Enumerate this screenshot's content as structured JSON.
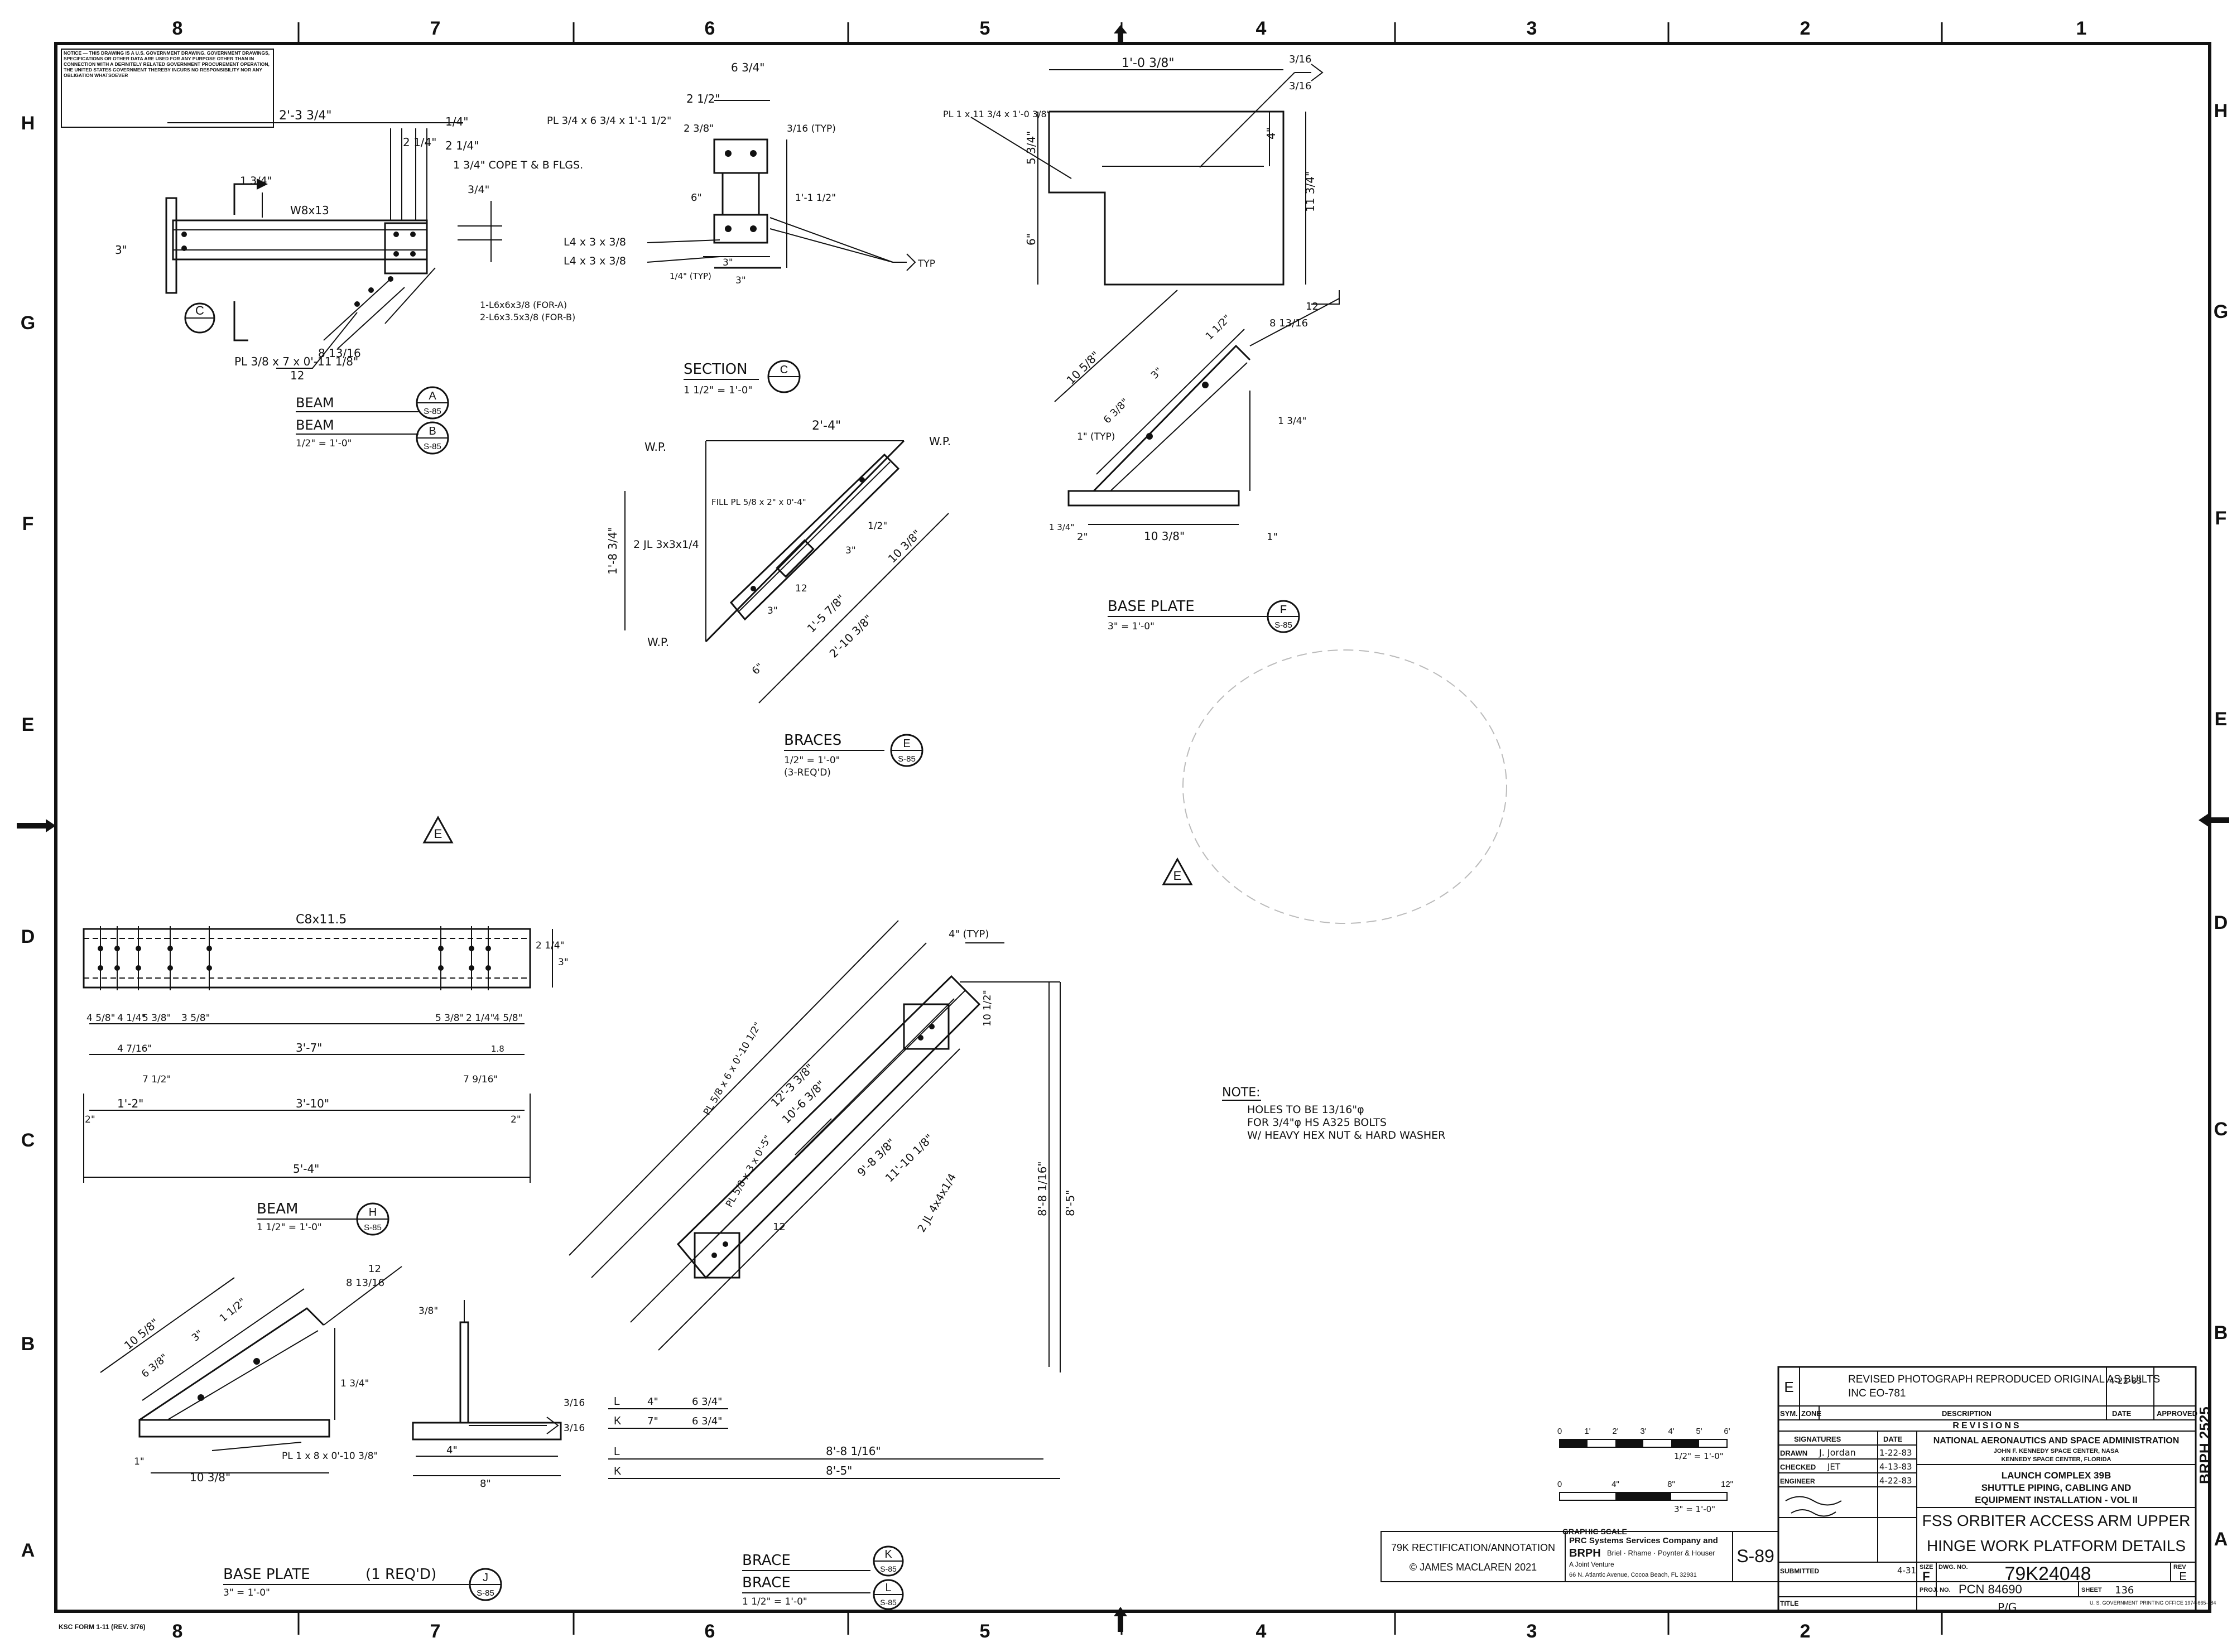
{
  "frame": {
    "zones_x": [
      "8",
      "7",
      "6",
      "5",
      "4",
      "3",
      "2",
      "1"
    ],
    "zones_y": [
      "H",
      "G",
      "F",
      "E",
      "D",
      "C",
      "B",
      "A"
    ]
  },
  "notice_text": "NOTICE — THIS DRAWING IS A U.S. GOVERNMENT DRAWING. GOVERNMENT DRAWINGS, SPECIFICATIONS OR OTHER DATA ARE USED FOR ANY PURPOSE OTHER THAN IN CONNECTION WITH A DEFINITELY RELATED GOVERNMENT PROCUREMENT OPERATION, THE UNITED STATES GOVERNMENT THEREBY INCURS NO RESPONSIBILITY NOR ANY OBLIGATION WHATSOEVER",
  "top_left_beam": {
    "dims": [
      "2'-3 3/4\"",
      "1/4\"",
      "2 1/4\"",
      "2 1/4\"",
      "1 3/4\" COPE T & B FLGS.",
      "1 3/4\"",
      "W8x13",
      "3\"",
      "3/4\""
    ],
    "plate_label": "PL 3/8 x 7 x 0'-11 1/8\"",
    "bolts_label": [
      "1-L6x6x3/8 (FOR-A)",
      "2-L6x3.5x3/8 (FOR-B)"
    ],
    "slope": [
      "12",
      "8 13/16"
    ],
    "section_C_bubble": "C",
    "titles": [
      {
        "name": "BEAM",
        "scale": "",
        "ref": "A",
        "sheet": "S-85"
      },
      {
        "name": "BEAM",
        "scale": "1/2\" = 1'-0\"",
        "ref": "B",
        "sheet": "S-85"
      }
    ]
  },
  "section_c": {
    "title": "SECTION",
    "scale": "1 1/2\" = 1'-0\"",
    "ref": "C",
    "dims": [
      "6 3/4\"",
      "2 1/2\"",
      "2 3/8\"",
      "3/16 (TYP)",
      "1'-1 1/2\"",
      "6\"",
      "3\"",
      "3\"",
      "1/4\" (TYP)",
      "TYP"
    ],
    "labels": [
      "PL 3/4 x 6 3/4 x 1'-1 1/2\"",
      "L4 x 3 x 3/8",
      "L4 x 3 x 3/8"
    ]
  },
  "braces": {
    "title": "BRACES",
    "scale": "1/2\" = 1'-0\"",
    "note": "(3-REQ'D)",
    "ref": "E",
    "sheet": "S-85",
    "dims": [
      "2'-4\"",
      "1'-8 3/4\"",
      "1'-5 7/8\"",
      "2'-10 3/8\"",
      "10 3/8\"",
      "6\"",
      "3\"",
      "3\"",
      "12",
      "1/2\""
    ],
    "labels": [
      "W.P.",
      "W.P.",
      "W.P.",
      "FILL PL 5/8 x 2\" x 0'-4\"",
      "2 JL 3x3x1/4"
    ]
  },
  "top_right_plate": {
    "dims": [
      "1'-0 3/8\"",
      "3/16",
      "3/16",
      "4\"",
      "5 3/4\"",
      "6\"",
      "11 3/4\""
    ],
    "label": "PL 1 x 11 3/4 x 1'-0 3/8\""
  },
  "base_plate_f": {
    "title": "BASE PLATE",
    "scale": "3\" = 1'-0\"",
    "ref": "F",
    "sheet": "S-85",
    "dims": [
      "10 5/8\"",
      "6 3/8\"",
      "3\"",
      "1 1/2\"",
      "8 13/16",
      "12",
      "1\" (TYP)",
      "1 3/4\"",
      "2\"",
      "10 3/8\"",
      "1\"",
      "1 3/4\""
    ]
  },
  "section_markers": [
    "E",
    "E"
  ],
  "beam_h": {
    "title": "BEAM",
    "scale": "1 1/2\" = 1'-0\"",
    "ref": "H",
    "sheet": "S-85",
    "member": "C8x11.5",
    "dims": [
      "2 1/4\"",
      "3\"",
      "4 5/8\"",
      "4 1/4\"",
      "5 3/8\"",
      "3 5/8\"",
      "5 3/8\"",
      "2 1/4\"",
      "4 5/8\"",
      "4 7/16\"",
      "3'-7\"",
      "7 1/2\"",
      "7 9/16\"",
      "2\"",
      "1'-2\"",
      "3'-10\"",
      "2\"",
      "5'-4\"",
      "1.8"
    ]
  },
  "base_plate_j": {
    "title": "BASE PLATE",
    "qty": "(1 REQ'D)",
    "scale": "3\" = 1'-0\"",
    "ref": "J",
    "sheet": "S-85",
    "dims": [
      "10 5/8\"",
      "6 3/8\"",
      "3\"",
      "1 1/2\"",
      "8 13/16",
      "12",
      "3/8\"",
      "3/16",
      "3/16",
      "1\"",
      "10 3/8\"",
      "4\"",
      "8\"",
      "1 3/4\""
    ],
    "label": "PL 1 x 8 x 0'-10 3/8\""
  },
  "brace_kl": {
    "titles": [
      {
        "name": "BRACE",
        "scale": "",
        "ref": "K",
        "sheet": "S-85"
      },
      {
        "name": "BRACE",
        "scale": "1 1/2\" = 1'-0\"",
        "ref": "L",
        "sheet": "S-85"
      }
    ],
    "dims": [
      "4\" (TYP)",
      "12'-3 3/8\"",
      "10'-6 3/8\"",
      "9'-8 3/8\"",
      "11'-10 1/8\"",
      "8'-8 1/16\"",
      "8'-5\"",
      "8'-8 1/16\"",
      "8'-5\"",
      "4\"",
      "7\"",
      "6 3/4\"",
      "6 3/4\"",
      "10 1/2\"",
      "12"
    ],
    "labels": [
      "PL 5/8 x 6 x 0'-10 1/2\"",
      "PL 5/8 x 3 x 0'-5\"",
      "2 JL 4x4x1/4"
    ],
    "row_letters": [
      "L",
      "K",
      "L",
      "K"
    ]
  },
  "note": {
    "heading": "NOTE:",
    "lines": [
      "HOLES TO BE 13/16\"φ",
      "FOR 3/4\"φ HS A325 BOLTS",
      "W/ HEAVY HEX NUT & HARD WASHER"
    ]
  },
  "graphic_scale": {
    "label": "GRAPHIC SCALE",
    "scale1": {
      "ticks": [
        "0",
        "1'",
        "2'",
        "3'",
        "4'",
        "5'",
        "6'"
      ],
      "ratio": "1/2\" = 1'-0\""
    },
    "scale2": {
      "ticks": [
        "0",
        "4\"",
        "8\"",
        "12\""
      ],
      "ratio": "3\" = 1'-0\""
    }
  },
  "title_block": {
    "revision": {
      "sym": "E",
      "text": "REVISED PHOTOGRAPH REPRODUCED ORIGINAL AS BUILTS",
      "inc": "INC EO-781"
    },
    "headers": {
      "sym": "SYM.",
      "zone": "ZONE",
      "description": "DESCRIPTION",
      "date": "DATE",
      "approved": "APPROVED",
      "revisions": "REVISIONS"
    },
    "signatures": [
      {
        "role": "SIGNATURES",
        "name": "",
        "date": "DATE"
      },
      {
        "role": "DRAWN",
        "name": "J. Jordan",
        "date": "1-22-83"
      },
      {
        "role": "CHECKED",
        "name": "JET",
        "date": "4-13-83"
      },
      {
        "role": "ENGINEER",
        "name": "",
        "date": "4-22-83"
      },
      {
        "role": "",
        "name": "",
        "date": ""
      },
      {
        "role": "",
        "name": "",
        "date": ""
      },
      {
        "role": "SUBMITTED",
        "name": "",
        "date": "4-31"
      }
    ],
    "agency": "NATIONAL AERONAUTICS AND SPACE ADMINISTRATION",
    "center": "JOHN F. KENNEDY SPACE CENTER, NASA",
    "location": "KENNEDY SPACE CENTER, FLORIDA",
    "project": [
      "LAUNCH COMPLEX 39B",
      "SHUTTLE PIPING, CABLING AND",
      "EQUIPMENT INSTALLATION - VOL II"
    ],
    "drawing_title": [
      "FSS ORBITER ACCESS ARM UPPER",
      "HINGE WORK PLATFORM DETAILS"
    ],
    "title_label": "TITLE",
    "size_label": "SIZE",
    "size": "F",
    "dwg_no_label": "DWG. NO.",
    "dwg_no": "79K24048",
    "rev_label": "REV",
    "rev": "E",
    "proj_no_label": "PROJ. NO.",
    "proj_no": "PCN 84690",
    "sheet_label": "SHEET",
    "sheet": "136",
    "sheet_code": "S-89",
    "side_code": "BRPH 2525",
    "pg": "P/G",
    "printing": "U. S. GOVERNMENT PRINTING OFFICE 1974-665-484"
  },
  "contractor": {
    "name": "PRC Systems Services Company and",
    "firm": "BRPH",
    "partners": "Briel · Rhame · Poynter & Houser",
    "jv": "A Joint Venture",
    "address": "66 N. Atlantic Avenue, Cocoa Beach, FL 32931"
  },
  "rectification": {
    "line1": "79K RECTIFICATION/ANNOTATION",
    "line2": "© JAMES MACLAREN 2021"
  },
  "form_id": "KSC FORM 1-11 (REV. 3/76)"
}
